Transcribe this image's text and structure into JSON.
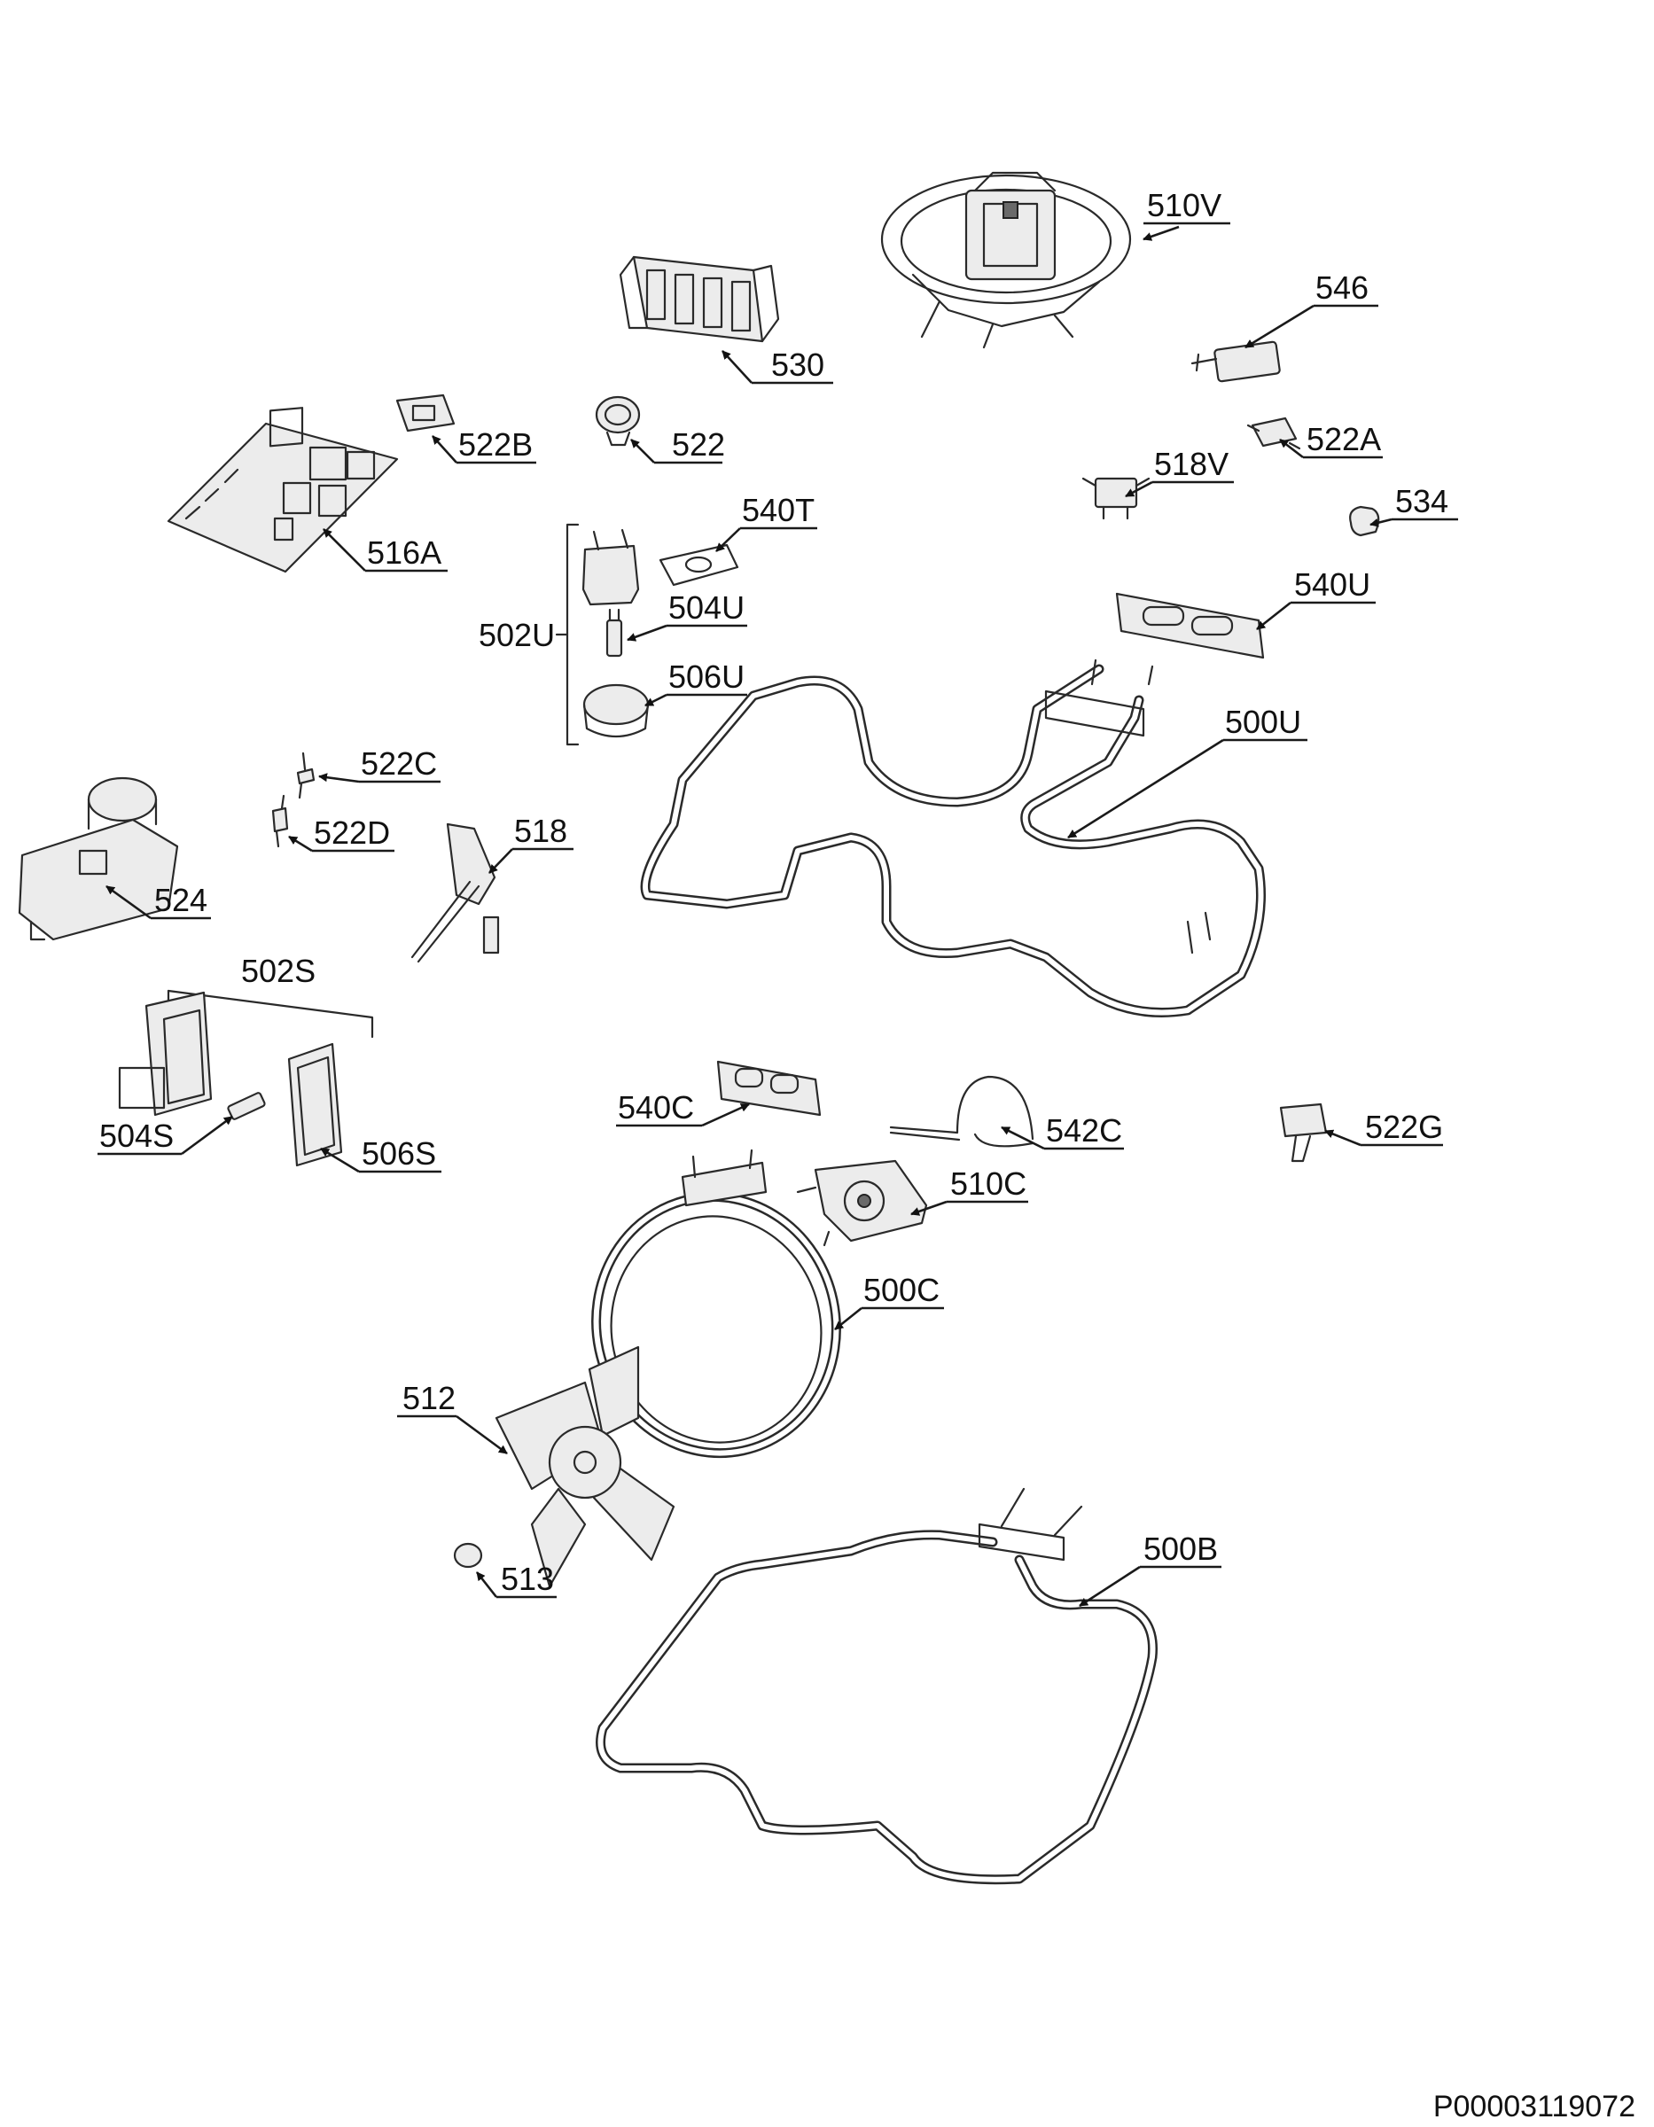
{
  "document_id": "P00003119072",
  "labels": {
    "l510V": "510V",
    "l546": "546",
    "l530": "530",
    "l522B": "522B",
    "l522": "522",
    "l522A": "522A",
    "l518V": "518V",
    "l534": "534",
    "l516A": "516A",
    "l540T": "540T",
    "l502U": "502U",
    "l504U": "504U",
    "l540U": "540U",
    "l506U": "506U",
    "l500U": "500U",
    "l522C": "522C",
    "l522D": "522D",
    "l518": "518",
    "l524": "524",
    "l502S": "502S",
    "l540C": "540C",
    "l542C": "542C",
    "l522G": "522G",
    "l504S": "504S",
    "l506S": "506S",
    "l510C": "510C",
    "l500C": "500C",
    "l512": "512",
    "l513": "513",
    "l500B": "500B"
  }
}
